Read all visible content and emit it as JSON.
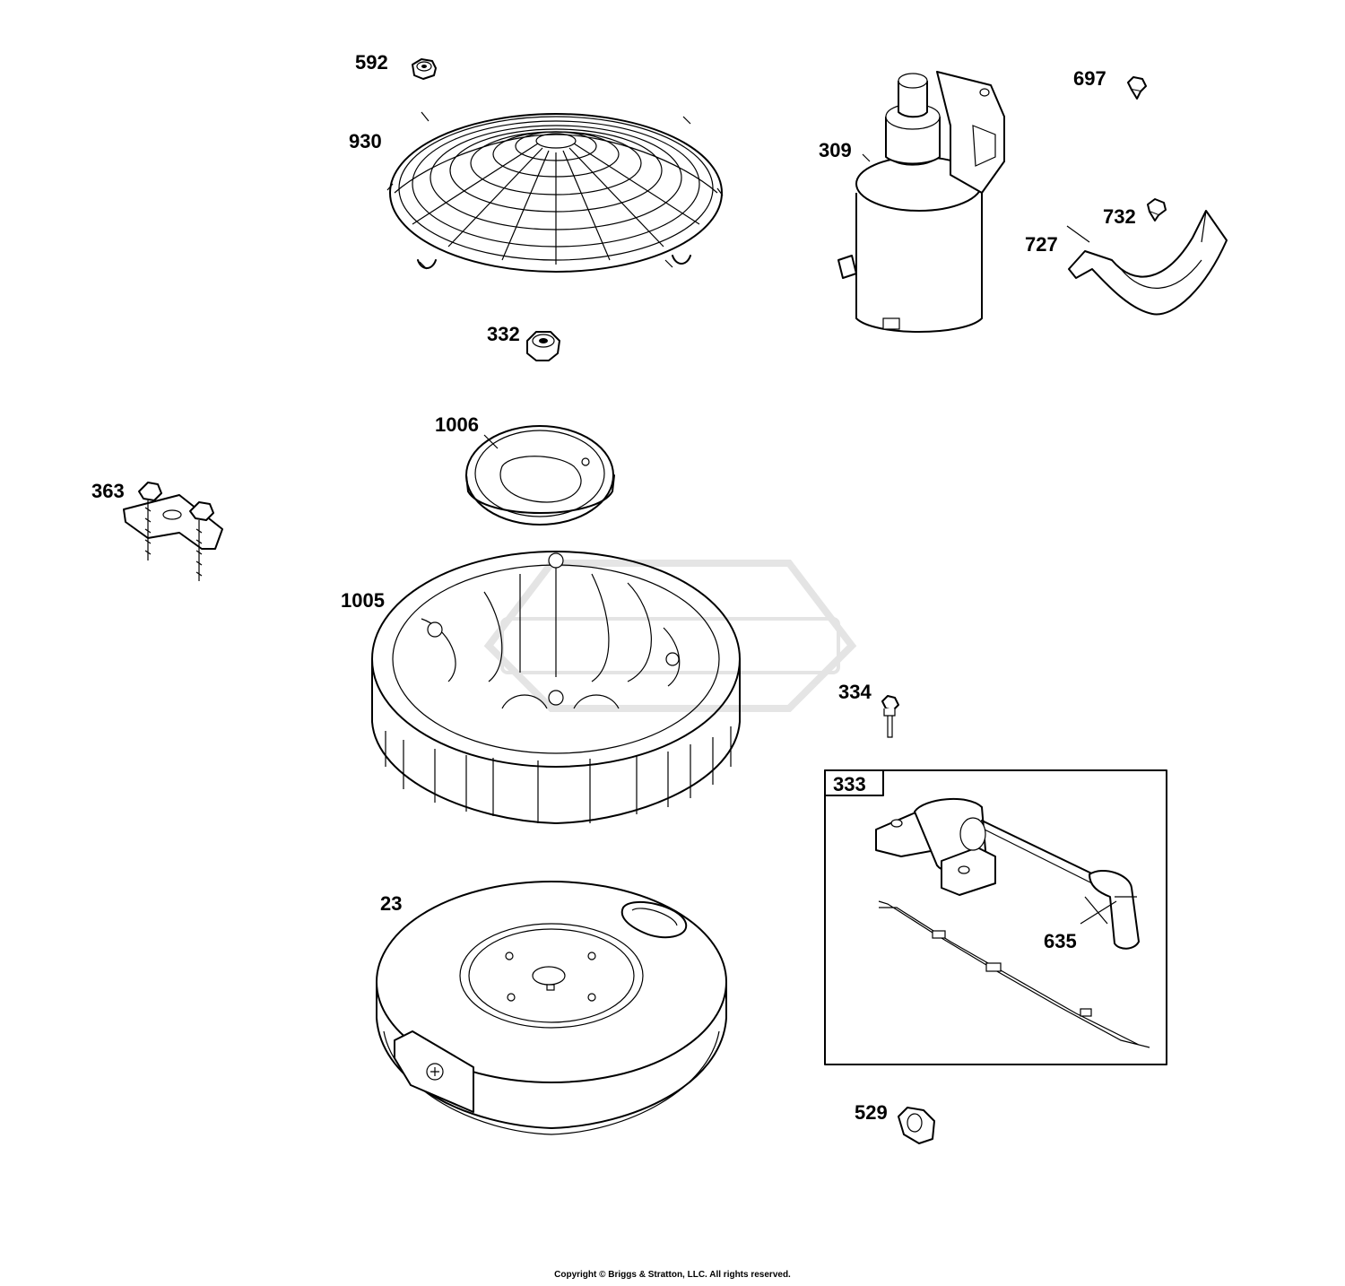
{
  "parts": {
    "p592": "592",
    "p930": "930",
    "p332": "332",
    "p309": "309",
    "p697": "697",
    "p732": "732",
    "p727": "727",
    "p1006": "1006",
    "p363": "363",
    "p1005": "1005",
    "p334": "334",
    "p333": "333",
    "p635": "635",
    "p23": "23",
    "p529": "529"
  },
  "copyright": "Copyright © Briggs & Stratton, LLC. All rights reserved."
}
